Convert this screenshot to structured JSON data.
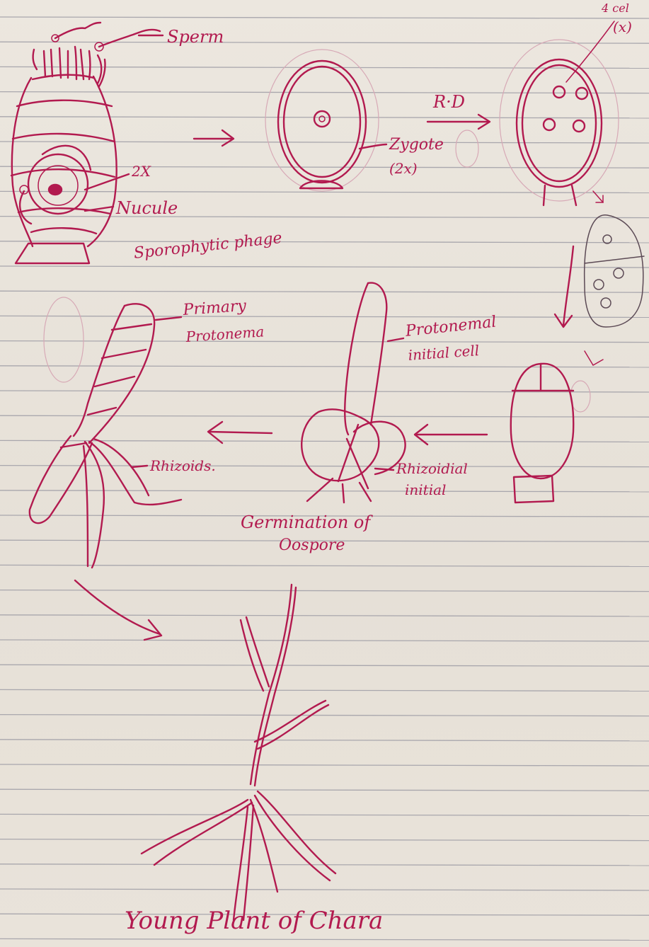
{
  "labels": {
    "sperm": "Sperm",
    "four_cell_line1": "4 cel",
    "four_cell_line2": "(x)",
    "rd": "R·D",
    "zygote": "Zygote",
    "zygote_ploidy": "(2x)",
    "two_x": "2X",
    "nucule": "Nucule",
    "sporophytic_phase": "Sporophytic phage",
    "primary_line1": "Primary",
    "primary_line2": "Protonema",
    "protonemal_line1": "Protonemal",
    "protonemal_line2": "initial cell",
    "rhizoids": "Rhizoids.",
    "rhizoidal_line1": "Rhizoidial",
    "rhizoidal_line2": "initial",
    "germination_line1": "Germination of",
    "germination_line2": "Oospore",
    "young_plant": "Young Plant of Chara"
  },
  "colors": {
    "ink": "#b21a4f",
    "paper": "#e9e4dc",
    "ruling": "#a9a7ad"
  }
}
